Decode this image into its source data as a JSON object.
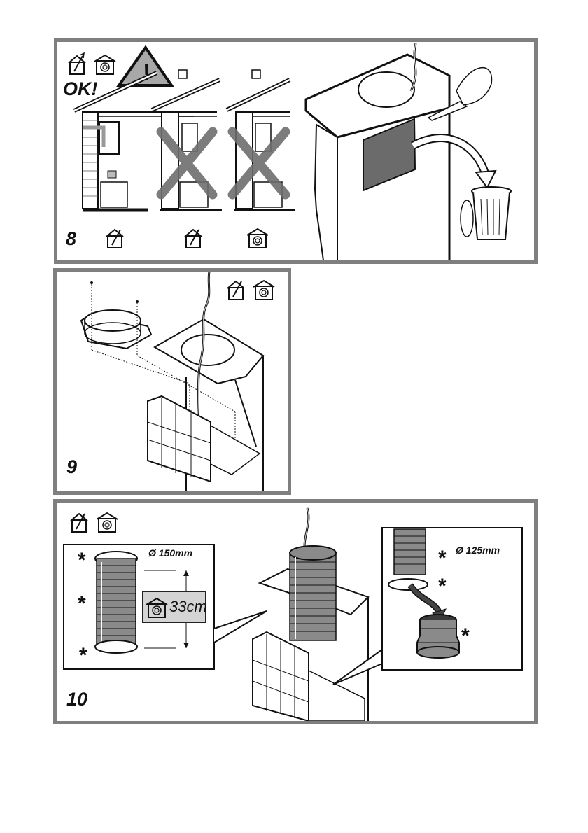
{
  "document": {
    "type": "installation-manual-page",
    "figures": [
      {
        "step": "8",
        "ok_label": "OK!",
        "warning_symbol": "!",
        "icons": [
          "ducted-exhaust-icon",
          "recirculation-icon",
          "warning-triangle-icon"
        ],
        "scenes": [
          {
            "mode": "ducted-exhaust-icon",
            "status": "ok"
          },
          {
            "mode": "ducted-exhaust-icon",
            "status": "not-allowed"
          },
          {
            "mode": "recirculation-icon",
            "status": "not-allowed"
          }
        ],
        "illustration": "cut-out-panel-and-discard"
      },
      {
        "step": "9",
        "icons": [
          "ducted-exhaust-icon",
          "recirculation-icon"
        ],
        "illustration": "fit-flange-with-screws"
      },
      {
        "step": "10",
        "icons": [
          "ducted-exhaust-icon",
          "recirculation-icon"
        ],
        "detail_left": {
          "diameter_label": "Ø 150mm",
          "length_label": "33cm",
          "length_icon": "recirculation-icon",
          "marker": "*"
        },
        "detail_right": {
          "diameter_label": "Ø 125mm",
          "marker": "*"
        }
      }
    ]
  },
  "colors": {
    "frame": "#7f7f7f",
    "cross": "#6e6e6e",
    "panel_fill": "#6b6b6b",
    "duct_fill": "#8a8a8a",
    "dim_box": "#d4d4d4",
    "warning_fill": "#a8a8a8"
  }
}
